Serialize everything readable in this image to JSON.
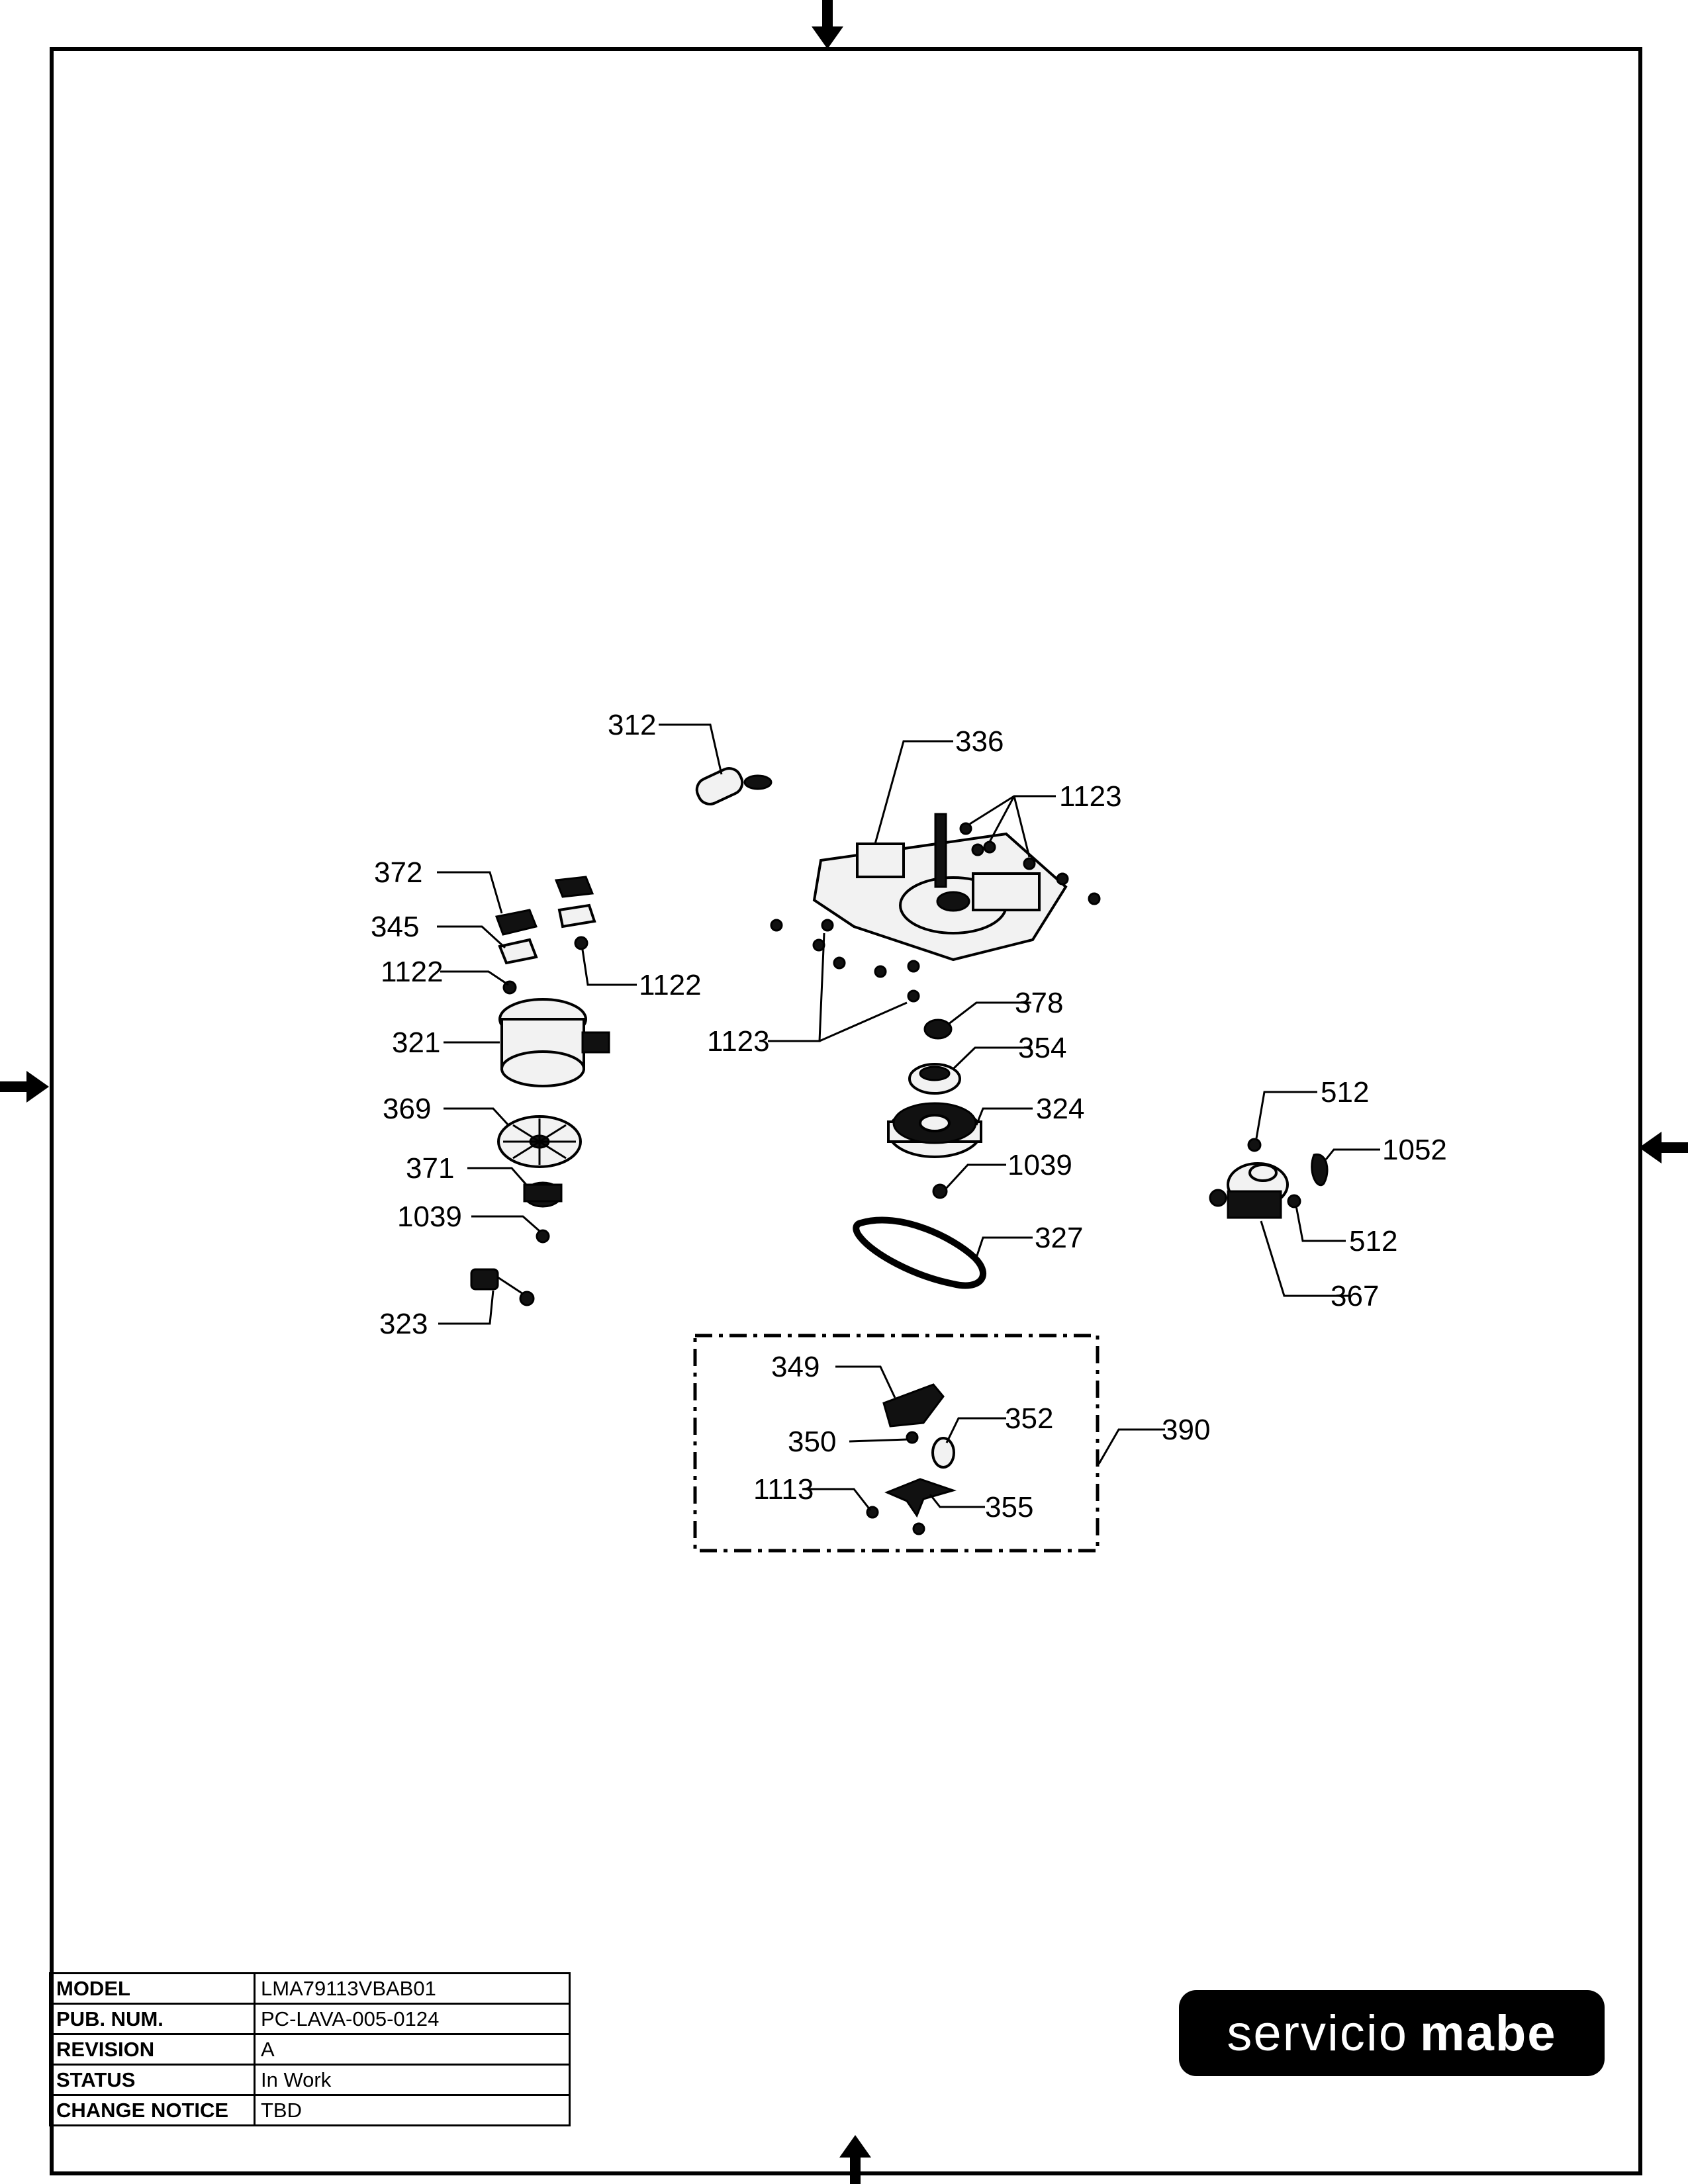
{
  "title_block": {
    "rows": [
      {
        "label": "MODEL",
        "value": "LMA79113VBAB01"
      },
      {
        "label": "PUB. NUM.",
        "value": "PC-LAVA-005-0124"
      },
      {
        "label": "REVISION",
        "value": "A"
      },
      {
        "label": "STATUS",
        "value": "In Work"
      },
      {
        "label": "CHANGE NOTICE",
        "value": "TBD"
      }
    ]
  },
  "logo": {
    "light": "servicio",
    "bold": "mabe"
  },
  "callouts": {
    "c312": "312",
    "c336": "336",
    "c1123_top": "1123",
    "c372": "372",
    "c345": "345",
    "c1122_left": "1122",
    "c1122_right": "1122",
    "c321": "321",
    "c1123_bottom": "1123",
    "c378": "378",
    "c354": "354",
    "c369": "369",
    "c324": "324",
    "c371": "371",
    "c1039_right": "1039",
    "c1039_left": "1039",
    "c327": "327",
    "c323": "323",
    "c512_top": "512",
    "c1052": "1052",
    "c512_bottom": "512",
    "c367": "367",
    "c349": "349",
    "c352": "352",
    "c350": "350",
    "c390": "390",
    "c1113": "1113",
    "c355": "355"
  }
}
